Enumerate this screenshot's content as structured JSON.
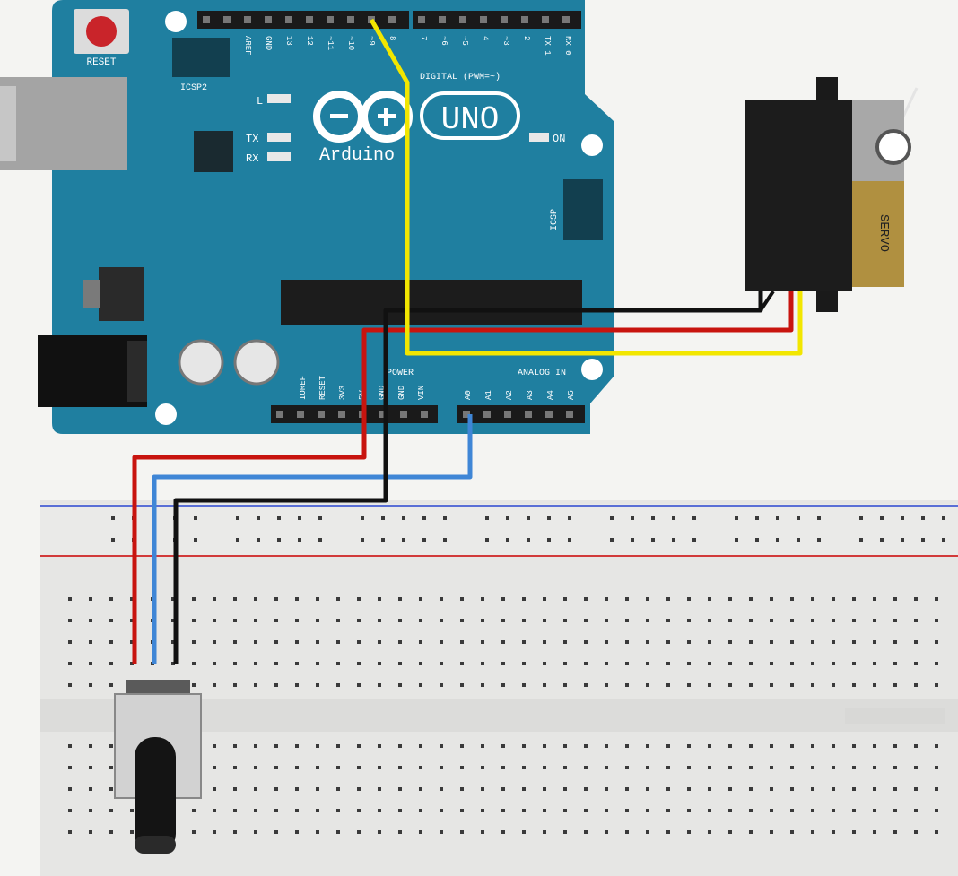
{
  "board": {
    "reset_label": "RESET",
    "icsp2_label": "ICSP2",
    "icsp_label": "ICSP",
    "led_l_label": "L",
    "tx_label": "TX",
    "rx_label": "RX",
    "on_label": "ON",
    "brand": "Arduino",
    "model": "UNO",
    "digital_label": "DIGITAL (PWM=~)",
    "power_label": "POWER",
    "analog_label": "ANALOG IN",
    "digital_pins_left": [
      "AREF",
      "GND",
      "13",
      "12",
      "~11",
      "~10",
      "~9",
      "8"
    ],
    "digital_pins_right": [
      "7",
      "~6",
      "~5",
      "4",
      "~3",
      "2",
      "TX 1",
      "RX 0"
    ],
    "power_pins": [
      "IOREF",
      "RESET",
      "3V3",
      "5V",
      "GND",
      "GND",
      "VIN"
    ],
    "analog_pins": [
      "A0",
      "A1",
      "A2",
      "A3",
      "A4",
      "A5"
    ]
  },
  "servo": {
    "brand_label": "SERVO"
  },
  "colors": {
    "board": "#1f7fa0",
    "board_dark": "#16667f",
    "wire_yellow": "#f2e600",
    "wire_red": "#c8140f",
    "wire_black": "#111111",
    "wire_blue": "#3f86d6",
    "breadboard": "#e9e9e7",
    "rail_red": "#d23a3a",
    "rail_blue": "#5a6fd6"
  }
}
